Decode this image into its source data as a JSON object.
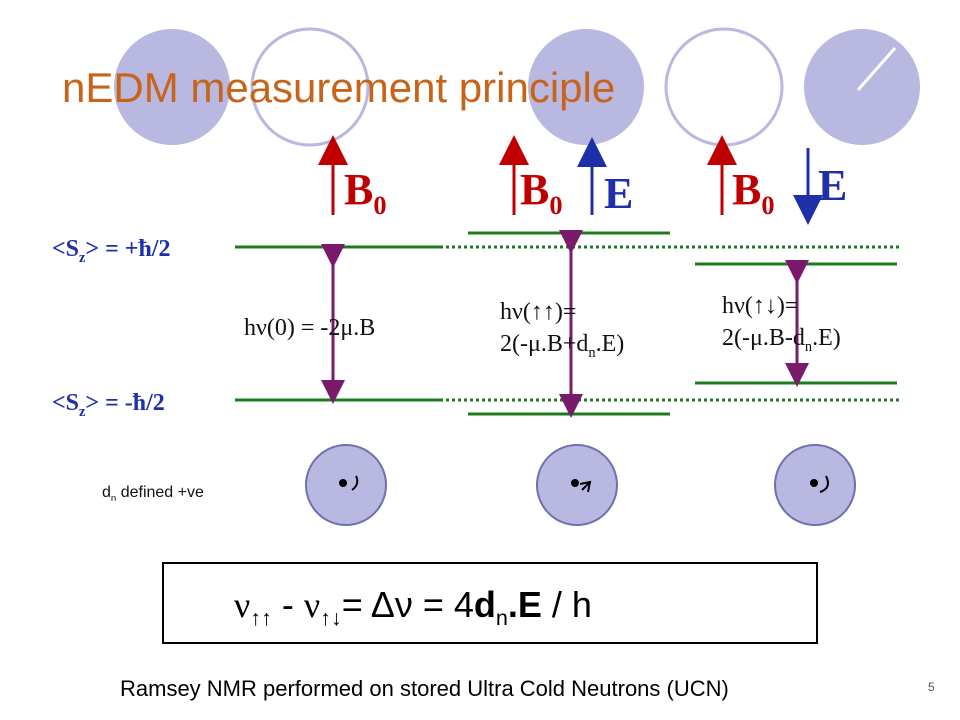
{
  "title": "nEDM measurement principle",
  "fields": {
    "b0_base": "B",
    "b0_sub": "0",
    "e": "E"
  },
  "levels": {
    "up_label_main": "<S",
    "up_label_sub": "z",
    "up_label_rest": "> = +ħ/2",
    "down_label_main": "<S",
    "down_label_sub": "z",
    "down_label_rest": "> = -ħ/2"
  },
  "transitions": {
    "zero": "hν(0) = -2μ.B",
    "parallel_line1": "hν(↑↑)=",
    "parallel_line2_pre": "2(-μ.B+d",
    "parallel_line2_sub": "n",
    "parallel_line2_post": ".E)",
    "anti_line1": "hν(↑↓)=",
    "anti_line2_pre": "2(-μ.B-d",
    "anti_line2_sub": "n",
    "anti_line2_post": ".E)"
  },
  "dn_note": {
    "pre": "d",
    "sub": "n",
    "post": " defined +ve"
  },
  "formula": {
    "nu1": "ν",
    "sub1": "↑↑",
    "minus": " - ",
    "nu2": "ν",
    "sub2": "↑↓",
    "rest_pre": "= Δν = 4",
    "d": "d",
    "dsub": "n",
    "rest_post": ".E / h"
  },
  "footer": "Ramsey NMR performed on stored Ultra Cold Neutrons (UCN)",
  "page_number": "5",
  "colors": {
    "title": "#c8641a",
    "b_field": "#c00000",
    "e_field": "#1f2fa8",
    "level": "#1e7a1e",
    "transition": "#7a1a6a",
    "circle": "#b8b8e0"
  }
}
